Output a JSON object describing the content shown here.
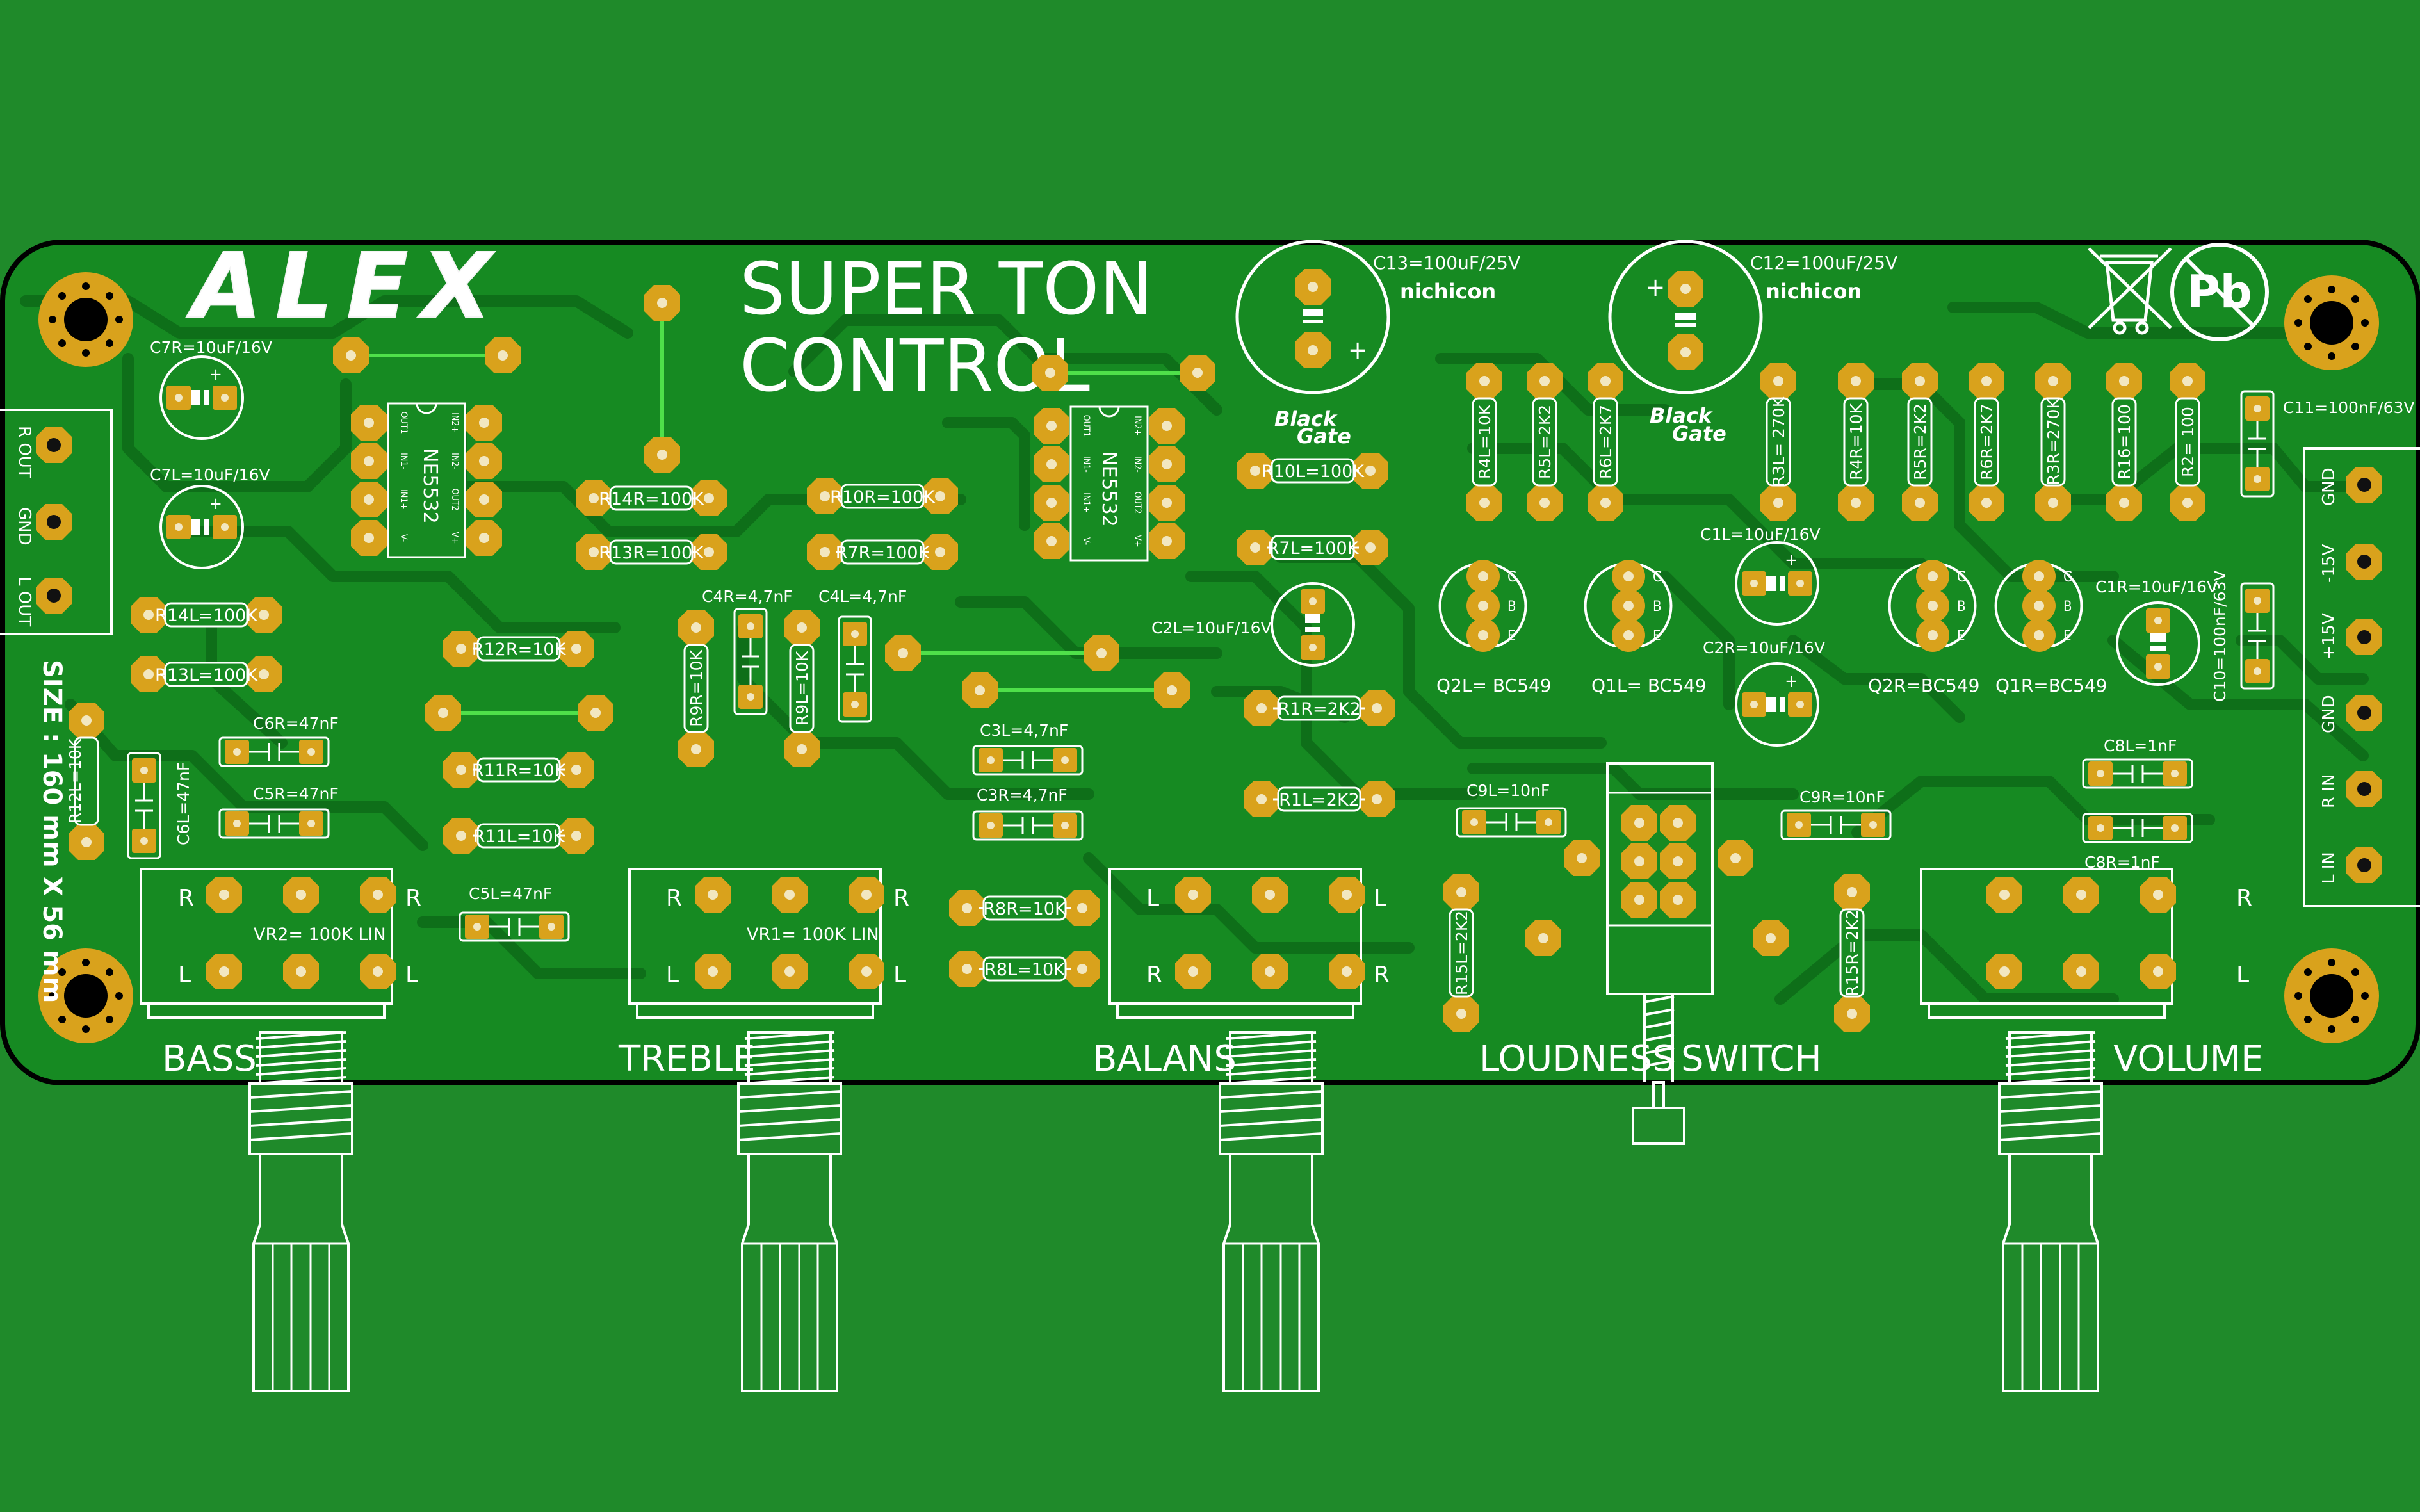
{
  "colors": {
    "background": "#1f8a2a",
    "board": "#168a22",
    "trace": "#0e6f19",
    "pad": "#d9a21c",
    "silk": "#f4f4f4",
    "jumper": "#4fe04a",
    "outline": "#000000"
  },
  "board": {
    "logo": "ALEX",
    "title_line1": "SUPER TON",
    "title_line2": "CONTROL",
    "size_note": "SIZE : 160 mm X 56 mm"
  },
  "connectors": {
    "output": [
      "R OUT",
      "GND",
      "L OUT"
    ],
    "power_input": [
      "GND",
      "-15V",
      "+15V",
      "GND",
      "R IN",
      "L IN"
    ]
  },
  "controls": [
    "BASS",
    "TREBLE",
    "BALANS",
    "LOUDNESS",
    "SWITCH",
    "VOLUME"
  ],
  "icons": [
    "mounting-hole-icon",
    "weee-bin-icon",
    "lead-free-pb-icon",
    "black-gate-logo-icon",
    "nichicon-logo-icon"
  ],
  "brands": {
    "black_gate_1": "Black",
    "black_gate_2": "Gate",
    "nichicon": "nichicon"
  },
  "ics": [
    "NE5532",
    "NE5532"
  ],
  "ic_pins": [
    "OUT1",
    "IN1-",
    "IN1+",
    "V-",
    "V+",
    "OUT2",
    "IN2-",
    "IN2+"
  ],
  "pot_labels": {
    "vr2": "VR2= 100K LIN",
    "vr1": "VR1= 100K LIN"
  },
  "pot_pins": {
    "r": "R",
    "l": "L"
  },
  "transistors": [
    "Q2L= BC549",
    "Q1L= BC549",
    "Q2R=BC549",
    "Q1R=BC549"
  ],
  "transistor_pins": [
    "C",
    "B",
    "E"
  ],
  "electrolytics": {
    "c13": "C13=100uF/25V",
    "c12": "C12=100uF/25V",
    "c7r": "C7R=10uF/16V",
    "c7l": "C7L=10uF/16V",
    "c2l": "C2L=10uF/16V",
    "c1l": "C1L=10uF/16V",
    "c2r": "C2R=10uF/16V",
    "c1r": "C1R=10uF/16V"
  },
  "capacitors": {
    "c11": "C11=100nF/63V",
    "c10": "C10=100nF/63V",
    "c6r": "C6R=47nF",
    "c5r": "C5R=47nF",
    "c6l": "C6L=47nF",
    "c5l": "C5L=47nF",
    "c4r": "C4R=4,7nF",
    "c4l": "C4L=4,7nF",
    "c3l": "C3L=4,7nF",
    "c3r": "C3R=4,7nF",
    "c9l": "C9L=10nF",
    "c9r": "C9R=10nF",
    "c8l": "C8L=1nF",
    "c8r": "C8R=1nF"
  },
  "resistors": {
    "r14r": "R14R=100K",
    "r13r": "R13R=100K",
    "r10r": "R10R=100K",
    "r7r": "R7R=100K",
    "r10l": "R10L=100K",
    "r7l": "R7L=100K",
    "r14l": "R14L=100K",
    "r13l": "R13L=100K",
    "r12r": "R12R=10K",
    "r11r": "R11R=10K",
    "r11l": "R11L=10K",
    "r12l": "R12L=10K",
    "r9r": "R9R=10K",
    "r9l": "R9L=10K",
    "r1r": "R1R=2K2",
    "r1l": "R1L=2K2",
    "r8r": "R8R=10K",
    "r8l": "R8L=10K",
    "r15l": "R15L=2K2",
    "r15r": "R15R=2K2",
    "r4l": "R4L=10K",
    "r5l": "R5L=2K2",
    "r6l": "R6L=2K7",
    "r3l": "R3L= 270K",
    "r4r": "R4R=10K",
    "r5r": "R5R=2K2",
    "r6r": "R6R=2K7",
    "r3r": "R3R=270K",
    "r16": "R16=100",
    "r2": "R2= 100"
  }
}
